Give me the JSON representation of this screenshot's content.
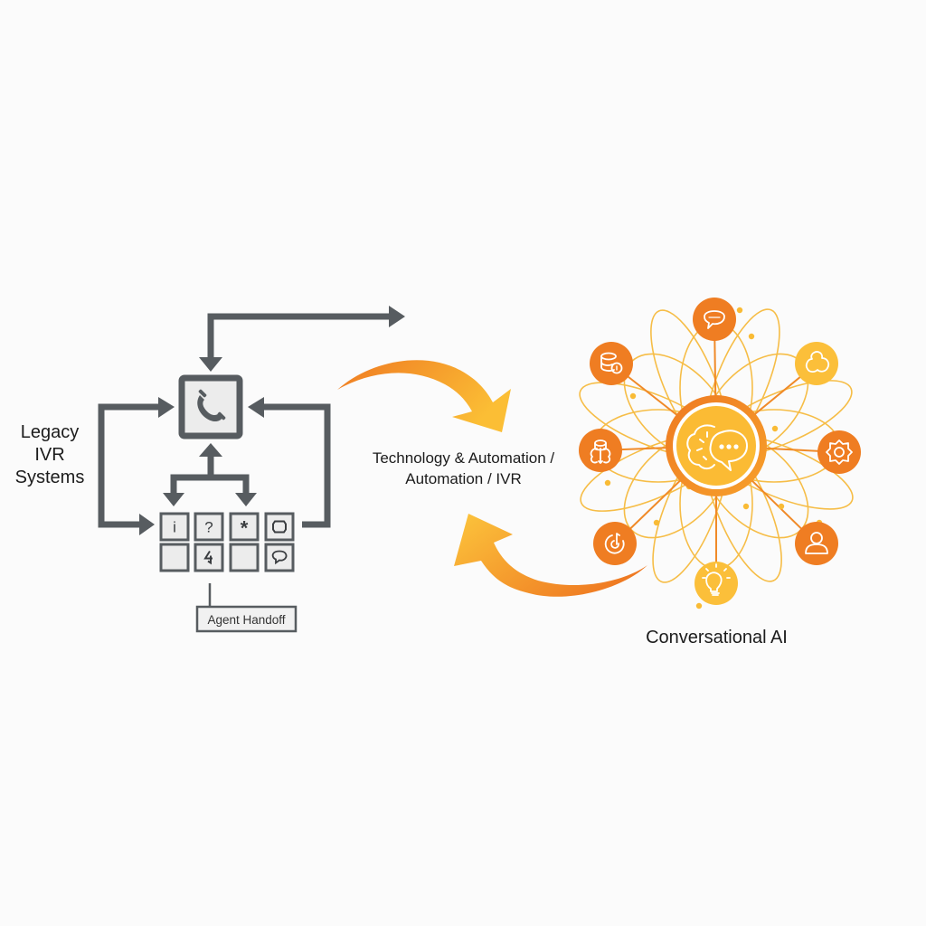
{
  "left_section": {
    "title": "Legacy IVR Systems",
    "title_lines": [
      "Legacy",
      "IVR",
      "Systems"
    ],
    "hub_icon": "phone-icon",
    "keypad": [
      {
        "key": "i",
        "icon": "info-icon"
      },
      {
        "key": "?",
        "icon": "question-icon"
      },
      {
        "key": "*",
        "icon": "asterisk-icon"
      },
      {
        "key": "",
        "icon": "loop-icon"
      },
      {
        "key": "",
        "icon": "blank-key"
      },
      {
        "key": "",
        "icon": "recycle-icon"
      },
      {
        "key": "",
        "icon": "blank-key"
      },
      {
        "key": "",
        "icon": "chat-loop-icon"
      }
    ],
    "handoff_label": "Agent Handoff"
  },
  "middle_section": {
    "title_line1": "Technology & Automation /",
    "title_line2": "Automation / IVR"
  },
  "right_section": {
    "title": "Conversational AI",
    "hub_icon": "brain-chat-icon",
    "nodes": [
      {
        "id": "top",
        "icon": "speech-bubble-icon",
        "tone": "orange"
      },
      {
        "id": "top-right",
        "icon": "cloud-cluster-icon",
        "tone": "yellow"
      },
      {
        "id": "right",
        "icon": "gear-icon",
        "tone": "orange"
      },
      {
        "id": "bottom-right",
        "icon": "user-icon",
        "tone": "orange"
      },
      {
        "id": "bottom",
        "icon": "lightbulb-icon",
        "tone": "yellow"
      },
      {
        "id": "bottom-left",
        "icon": "target-icon",
        "tone": "orange"
      },
      {
        "id": "left",
        "icon": "network-icon",
        "tone": "orange"
      },
      {
        "id": "top-left",
        "icon": "database-icon",
        "tone": "orange"
      }
    ]
  },
  "colors": {
    "gray": "#575c60",
    "key_fill": "#ececec",
    "orange": "#ef7d22",
    "yellow": "#fbbf3a",
    "line": "#f5b52e",
    "text": "#1c1c1c"
  }
}
